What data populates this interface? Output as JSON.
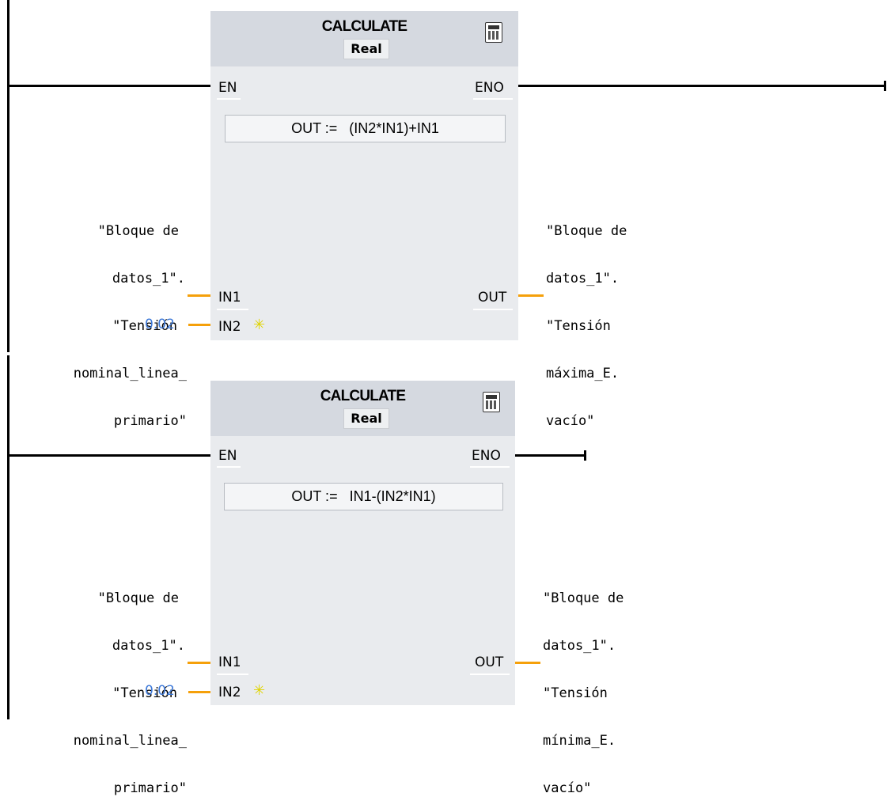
{
  "networks": [
    {
      "block_title": "CALCULATE",
      "data_type": "Real",
      "icon": "calculator-icon",
      "pin_en": "EN",
      "pin_eno": "ENO",
      "formula": "OUT :=   (IN2*IN1)+IN1",
      "pin_in1": "IN1",
      "pin_in2": "IN2",
      "pin_out": "OUT",
      "in1_operand": [
        "\"Bloque de",
        "datos_1\".",
        "\"Tensión",
        "nominal_linea_",
        "primario\""
      ],
      "in2_operand": "0.02",
      "out_operand": [
        "\"Bloque de",
        "datos_1\".",
        "\"Tensión",
        "máxima_E.",
        "vacío\""
      ]
    },
    {
      "block_title": "CALCULATE",
      "data_type": "Real",
      "icon": "calculator-icon",
      "pin_en": "EN",
      "pin_eno": "ENO",
      "formula": "OUT :=   IN1-(IN2*IN1)",
      "pin_in1": "IN1",
      "pin_in2": "IN2",
      "pin_out": "OUT",
      "in1_operand": [
        "\"Bloque de",
        "datos_1\".",
        "\"Tensión",
        "nominal_linea_",
        "primario\""
      ],
      "in2_operand": "0.02",
      "out_operand": [
        "\"Bloque de",
        "datos_1\".",
        "\"Tensión",
        "mínima_E.",
        "vacío\""
      ]
    }
  ],
  "colors": {
    "wire": "#000000",
    "operand_wire": "#f5a00a",
    "constant": "#3c78d8",
    "block_bg": "#e9ebee",
    "block_header": "#d5d9e0"
  },
  "add_input_icon": "add-input-spark-icon"
}
